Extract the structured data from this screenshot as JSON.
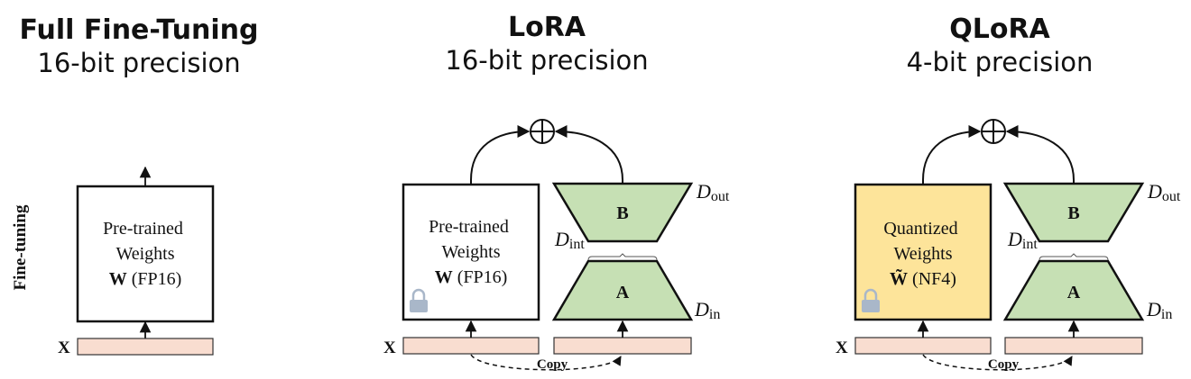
{
  "panels": [
    {
      "title": "Full Fine-Tuning",
      "subtitle": "16-bit precision"
    },
    {
      "title": "LoRA",
      "subtitle": "16-bit precision"
    },
    {
      "title": "QLoRA",
      "subtitle": "4-bit precision"
    }
  ],
  "side_label": "Fine-tuning",
  "full": {
    "line1": "Pre-trained",
    "line2": "Weights",
    "w": "W",
    "prec": " (FP16)",
    "x": "X"
  },
  "lora": {
    "line1": "Pre-trained",
    "line2": "Weights",
    "w": "W",
    "prec": " (FP16)",
    "x": "X",
    "b": "B",
    "a": "A",
    "d": "D",
    "out": "out",
    "int": "int",
    "in": "in",
    "copy": "Copy"
  },
  "qlora": {
    "line1": "Quantized",
    "line2": "Weights",
    "w": "W̃",
    "prec": " (NF4)",
    "x": "X",
    "b": "B",
    "a": "A",
    "d": "D",
    "out": "out",
    "int": "int",
    "in": "in",
    "copy": "Copy"
  },
  "colors": {
    "input_bar": "#f9ddd0",
    "adapter": "#c6e0b4",
    "quantized": "#fde49a",
    "lock": "#a9b7c9"
  }
}
